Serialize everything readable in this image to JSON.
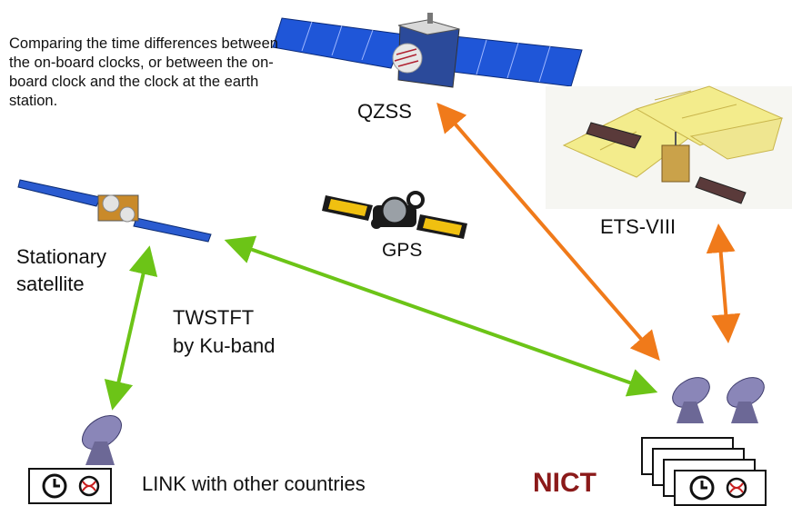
{
  "description": "Comparing the time differences between the on-board clocks, or between the on-board clock and the clock at the earth station.",
  "labels": {
    "qzss": "QZSS",
    "ets": "ETS-VIII",
    "gps": "GPS",
    "stationary": "Stationary satellite",
    "twstft_line1": "TWSTFT",
    "twstft_line2": "by Ku-band",
    "link": "LINK with other countries",
    "nict": "NICT"
  },
  "colors": {
    "green_arrow": "#6cc417",
    "orange_arrow": "#f07a1a",
    "nict_text": "#8b1a1a",
    "solar_panel": "#1f56d8",
    "gps_panel": "#f0c010"
  },
  "icons": [
    "satellite-icon",
    "dish-antenna-icon",
    "clock-icon",
    "cesium-atom-icon"
  ]
}
